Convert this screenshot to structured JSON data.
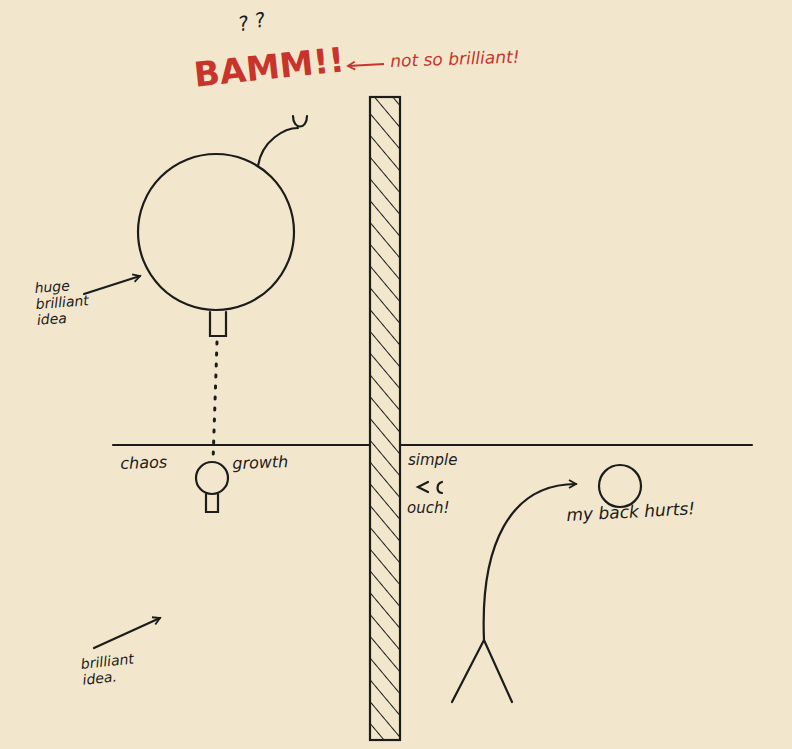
{
  "diagram": {
    "labels": [
      "? ?",
      "BAMM!!",
      "not so brilliant!",
      "huge brilliant idea",
      "chaos",
      "growth",
      "simple",
      "ouch!",
      "my back hurts!",
      "brilliant idea."
    ]
  }
}
